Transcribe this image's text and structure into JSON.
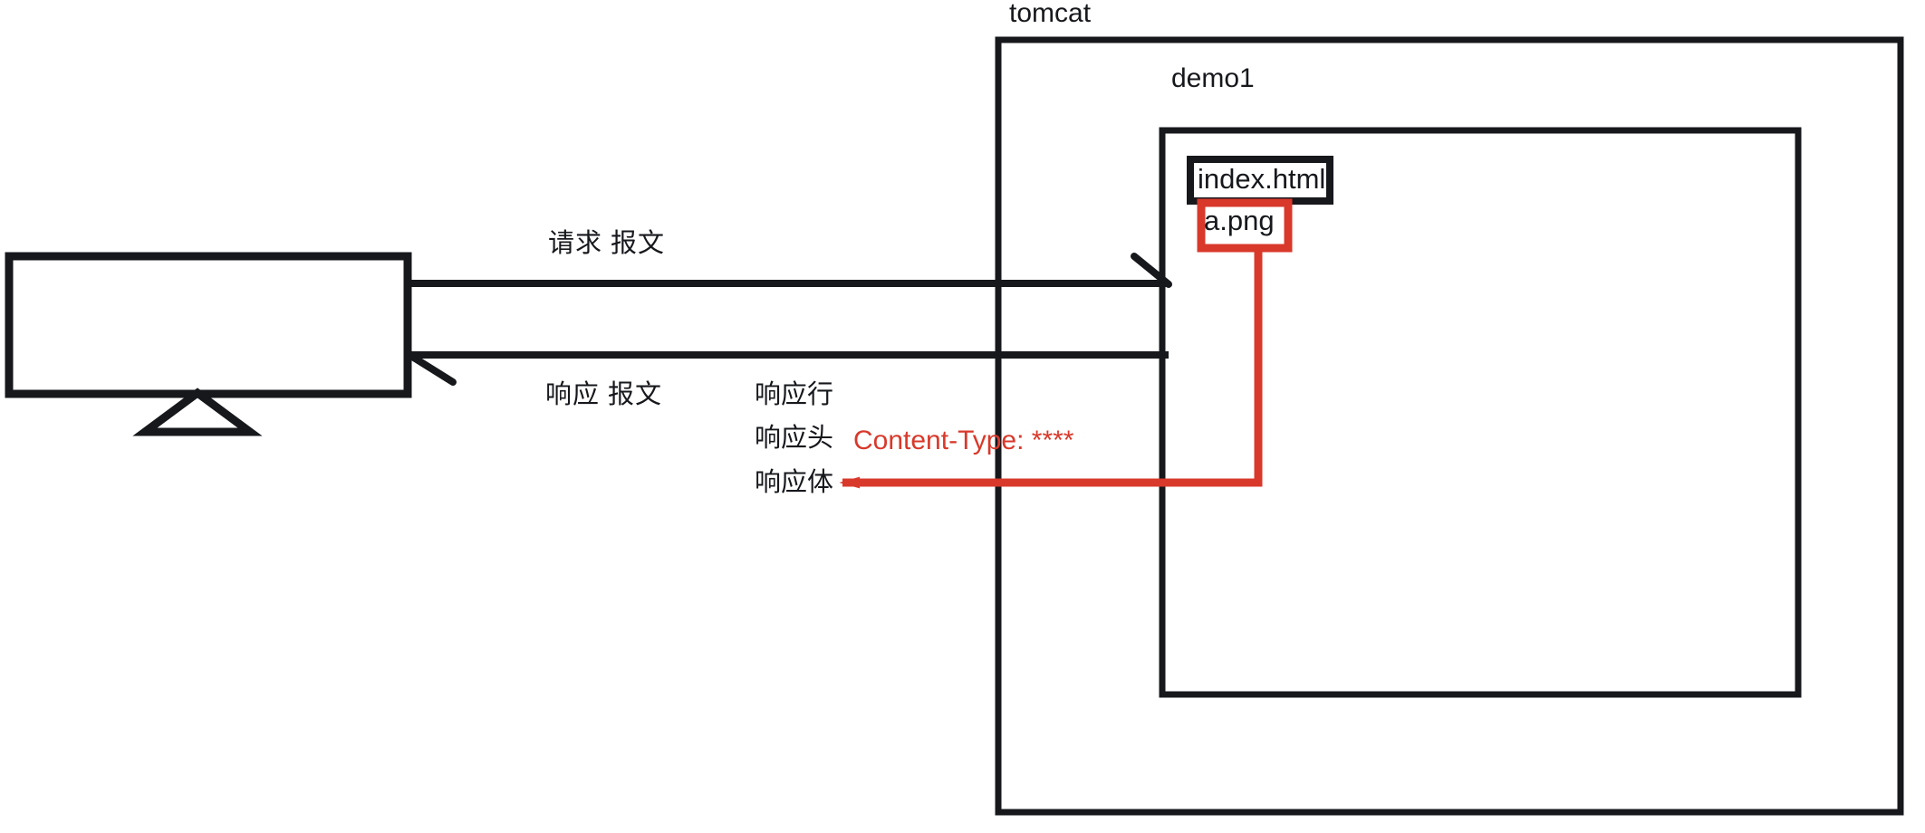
{
  "diagram": {
    "title_hidden": "",
    "server": {
      "outer_label": "tomcat",
      "app_label": "demo1",
      "files": [
        {
          "name": "index.html",
          "highlight": "black"
        },
        {
          "name": "a.png",
          "highlight": "red"
        }
      ]
    },
    "client": {
      "device": "monitor"
    },
    "flows": [
      {
        "id": "request",
        "label": "请求 报文",
        "direction": "client-to-server"
      },
      {
        "id": "response",
        "label": "响应 报文",
        "direction": "server-to-client"
      }
    ],
    "response_parts": [
      {
        "id": "response-line",
        "label": "响应行"
      },
      {
        "id": "response-header",
        "label": "响应头"
      },
      {
        "id": "response-body",
        "label": "响应体"
      }
    ],
    "annotation": {
      "content_type": "Content-Type: ****"
    },
    "colors": {
      "stroke": "#17181c",
      "accent_red": "#d8392b",
      "background": "#ffffff"
    }
  }
}
